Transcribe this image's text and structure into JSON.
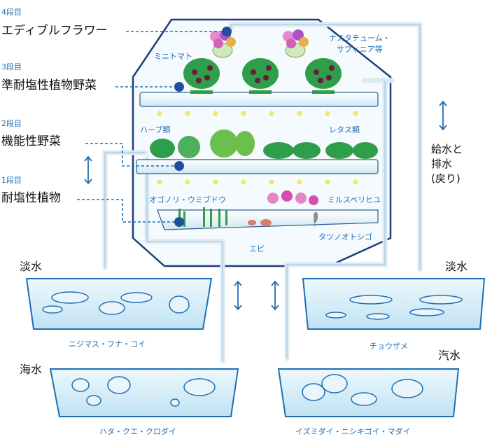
{
  "tiers": {
    "tier4": {
      "num": "4段目",
      "name": "エディブルフラワー"
    },
    "tier3": {
      "num": "3段目",
      "name": "準耐塩性植物野菜"
    },
    "tier2": {
      "num": "2段目",
      "name": "機能性野菜"
    },
    "tier1": {
      "num": "1段目",
      "name": "耐塩性植物"
    }
  },
  "plants": {
    "nasturtium": "ナスタチューム・\nサフィニア等",
    "mini_tomato": "ミニトマト",
    "herbs": "ハーブ類",
    "lettuce": "レタス類",
    "seaweed": "オゴノリ・ウミブドウ",
    "sea_purslane": "ミルスベリヒユ",
    "seahorse": "タツノオトシゴ",
    "shrimp": "エビ"
  },
  "water": {
    "supply_drain": "給水と\n排水\n(戻り)"
  },
  "ponds": {
    "freshwater_left": {
      "label": "淡水",
      "fish": "ニジマス・フナ・コイ"
    },
    "freshwater_right": {
      "label": "淡水",
      "fish": "チョウザメ"
    },
    "seawater": {
      "label": "海水",
      "fish": "ハタ・クエ・クロダイ"
    },
    "brackish": {
      "label": "汽水",
      "fish": "イズミダイ・ニシキゴイ・マダイ"
    }
  },
  "colors": {
    "accent_blue": "#1f6fb5",
    "pipe": "#dbeaf3",
    "water": "#d4ecf7",
    "leaf_green": "#2f9e4a",
    "marker_yellow": "#f2e56b"
  }
}
